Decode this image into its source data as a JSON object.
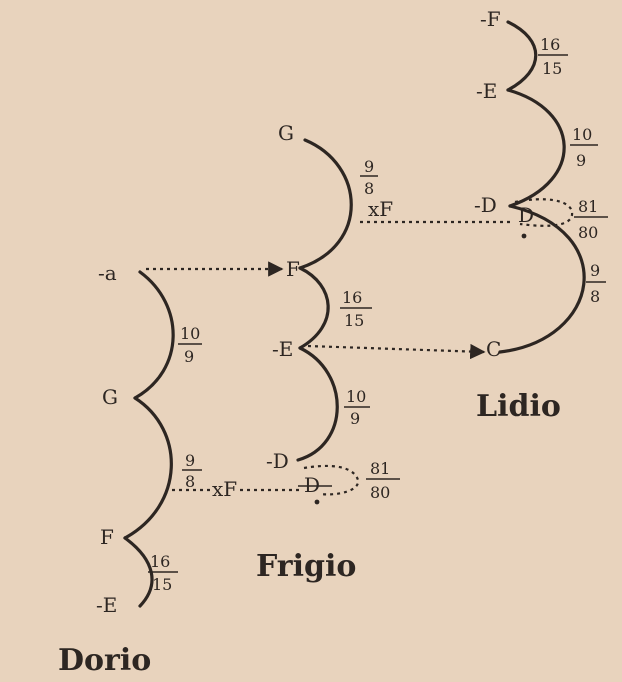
{
  "dorio": {
    "title": "Dorio",
    "notes": [
      "-a",
      "G",
      "F",
      "-E"
    ],
    "ratios": [
      {
        "n": "10",
        "d": "9"
      },
      {
        "n": "9",
        "d": "8"
      },
      {
        "n": "16",
        "d": "15"
      }
    ],
    "aux": "xF"
  },
  "frigio": {
    "title": "Frigio",
    "notes": [
      "G",
      "F",
      "-E",
      "-D",
      "D"
    ],
    "ratios": [
      {
        "n": "9",
        "d": "8"
      },
      {
        "n": "16",
        "d": "15"
      },
      {
        "n": "10",
        "d": "9"
      },
      {
        "n": "81",
        "d": "80"
      }
    ],
    "aux": "xF"
  },
  "lidio": {
    "title": "Lidio",
    "notes": [
      "-F",
      "-E",
      "-D",
      "D",
      "C"
    ],
    "ratios": [
      {
        "n": "16",
        "d": "15"
      },
      {
        "n": "10",
        "d": "9"
      },
      {
        "n": "81",
        "d": "80"
      },
      {
        "n": "9",
        "d": "8"
      }
    ]
  },
  "colors": {
    "ink": "#2d2622",
    "paper": "#e8d3bd"
  }
}
